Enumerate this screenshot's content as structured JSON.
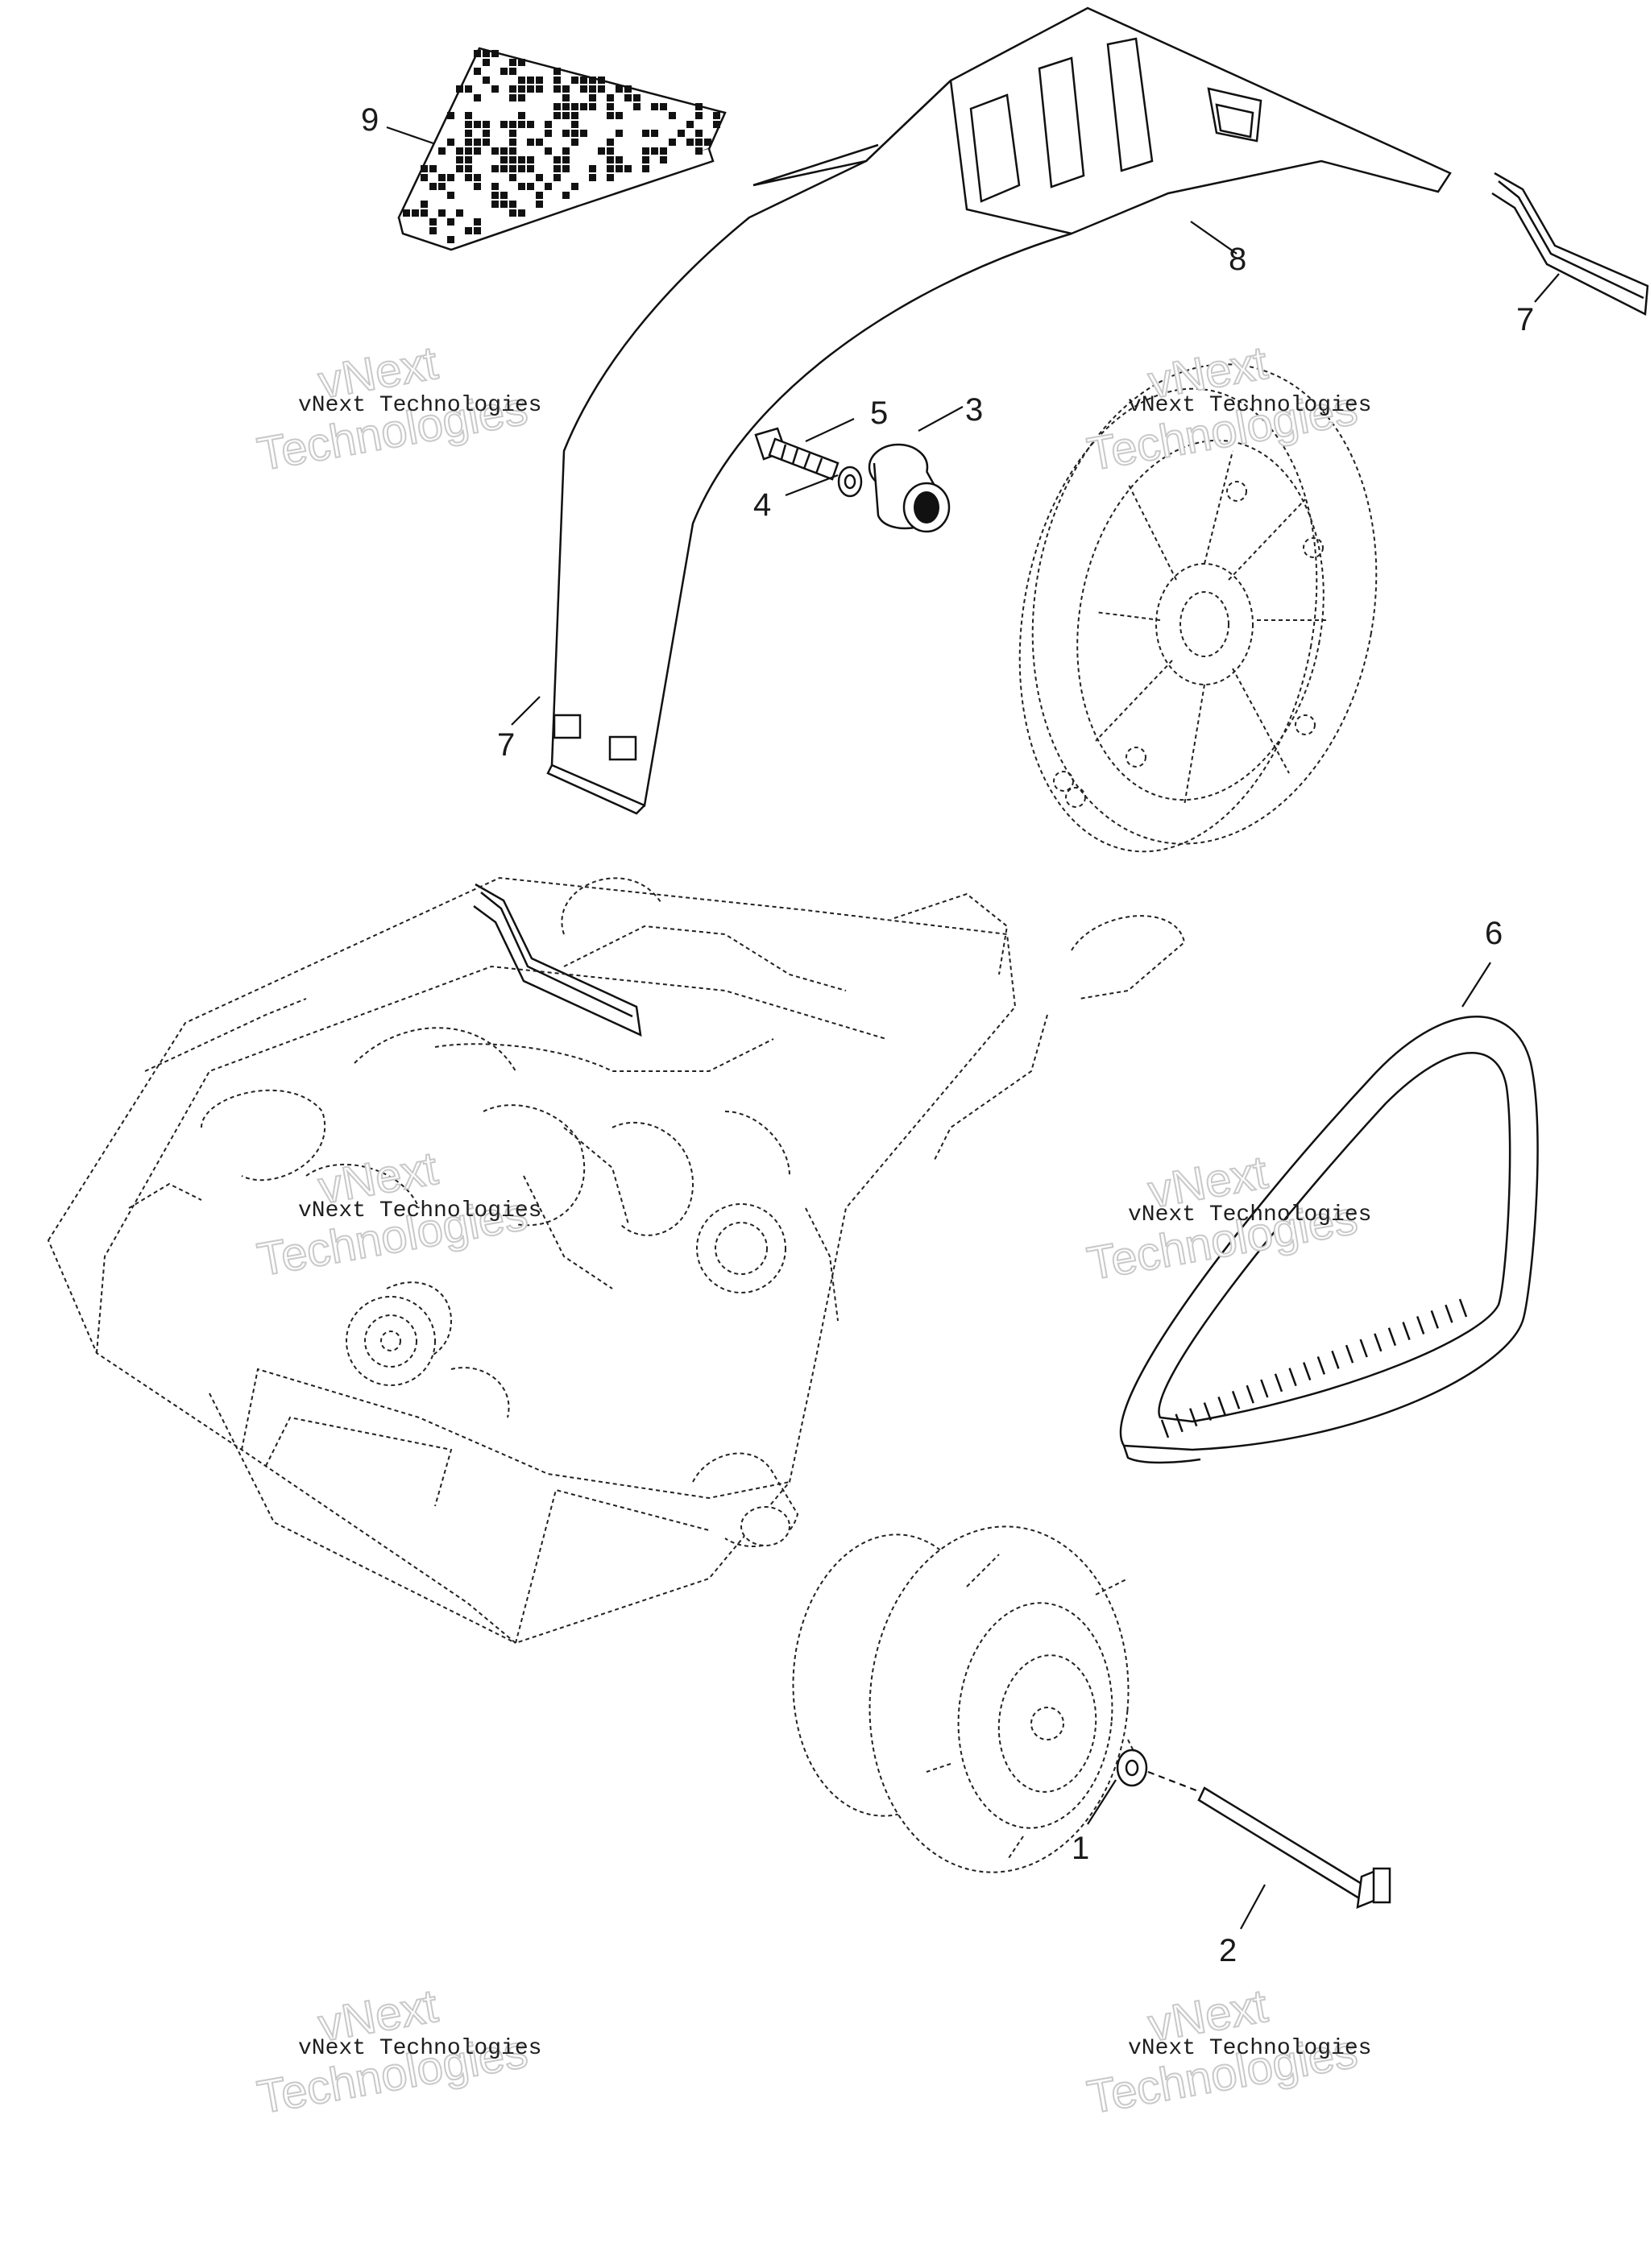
{
  "diagram": {
    "callouts": [
      {
        "id": "c9",
        "label": "9"
      },
      {
        "id": "c8",
        "label": "8"
      },
      {
        "id": "c7a",
        "label": "7"
      },
      {
        "id": "c7b",
        "label": "7"
      },
      {
        "id": "c5",
        "label": "5"
      },
      {
        "id": "c3",
        "label": "3"
      },
      {
        "id": "c4",
        "label": "4"
      },
      {
        "id": "c6",
        "label": "6"
      },
      {
        "id": "c1",
        "label": "1"
      },
      {
        "id": "c2",
        "label": "2"
      }
    ],
    "watermark": {
      "line1": "vNext Technologies",
      "line2a": "vNext",
      "line2b": "Technologies"
    }
  }
}
